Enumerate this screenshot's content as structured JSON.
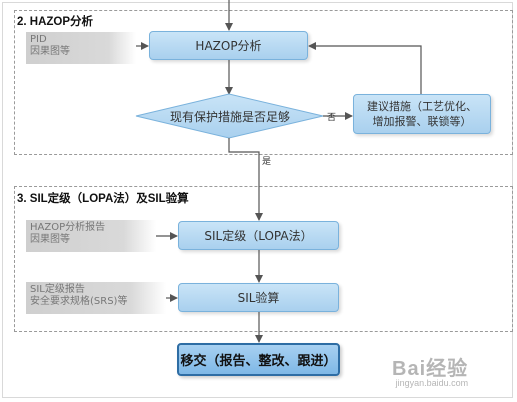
{
  "sections": {
    "hazop_title": "2. HAZOP分析",
    "sil_title": "3. SIL定级（LOPA法）及SIL验算"
  },
  "inputs": {
    "hazop": [
      "PID",
      "因果图等"
    ],
    "sil_rating": [
      "HAZOP分析报告",
      "因果图等"
    ],
    "sil_verify": [
      "SIL定级报告",
      "安全要求规格(SRS)等"
    ]
  },
  "nodes": {
    "hazop_analysis": "HAZOP分析",
    "decision": "现有保护措施是否足够",
    "suggestion_line1": "建议措施（工艺优化、",
    "suggestion_line2": "增加报警、联锁等）",
    "sil_rating": "SIL定级（LOPA法）",
    "sil_verify": "SIL验算",
    "final": "移交（报告、整改、跟进）"
  },
  "edges": {
    "no_label": "否",
    "yes_label": "是"
  },
  "watermark": {
    "logo": "Bai经验",
    "url": "jingyan.baidu.com"
  }
}
